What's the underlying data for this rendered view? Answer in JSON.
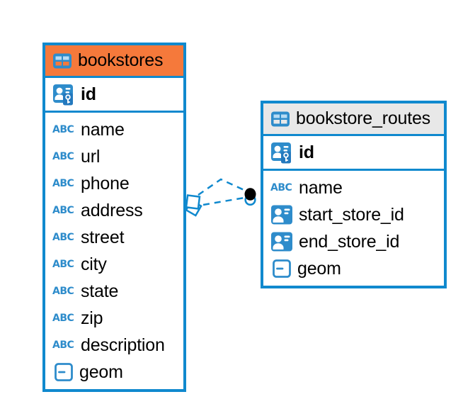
{
  "diagram": {
    "icons": {
      "text_type_label": "ABC"
    },
    "colors": {
      "accent_blue": "#1089CE",
      "icon_blue": "#2E8CCB",
      "orange_header": "#F5793B",
      "gray_header": "#E8E8E8",
      "text": "#000000",
      "relationship_dot": "#000000"
    },
    "tables": [
      {
        "name": "bookstores",
        "header_color": "#F5793B",
        "columns": [
          {
            "name": "id",
            "type": "primary-key"
          },
          {
            "name": "name",
            "type": "text"
          },
          {
            "name": "url",
            "type": "text"
          },
          {
            "name": "phone",
            "type": "text"
          },
          {
            "name": "address",
            "type": "text"
          },
          {
            "name": "street",
            "type": "text"
          },
          {
            "name": "city",
            "type": "text"
          },
          {
            "name": "state",
            "type": "text"
          },
          {
            "name": "zip",
            "type": "text"
          },
          {
            "name": "description",
            "type": "text"
          },
          {
            "name": "geom",
            "type": "geometry"
          }
        ]
      },
      {
        "name": "bookstore_routes",
        "header_color": "#E8E8E8",
        "columns": [
          {
            "name": "id",
            "type": "primary-key"
          },
          {
            "name": "name",
            "type": "text"
          },
          {
            "name": "start_store_id",
            "type": "foreign-key"
          },
          {
            "name": "end_store_id",
            "type": "foreign-key"
          },
          {
            "name": "geom",
            "type": "geometry"
          }
        ]
      }
    ],
    "relationship": {
      "from_table": "bookstores",
      "to_table": "bookstore_routes",
      "line_style": "dashed",
      "line_color": "#1089CE",
      "line_count": 2
    }
  }
}
